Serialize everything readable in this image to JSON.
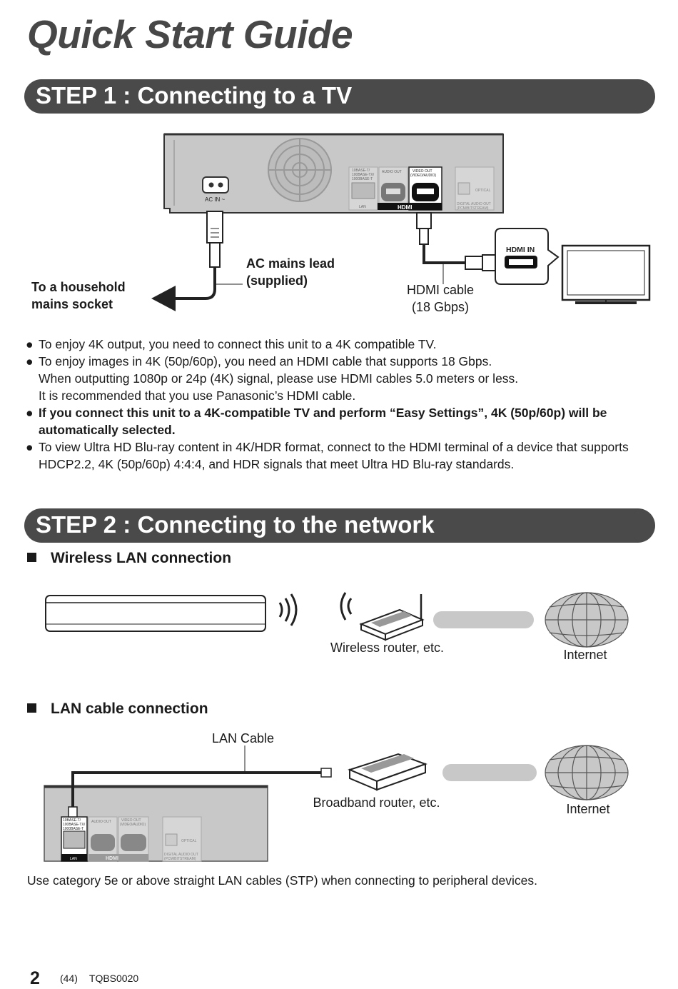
{
  "title": "Quick Start Guide",
  "step1": {
    "heading": "STEP 1 :  Connecting to a TV",
    "diagram": {
      "household": [
        "To a household",
        "mains socket"
      ],
      "ac_lead": [
        "AC mains lead",
        "(supplied)"
      ],
      "hdmi_cable": [
        "HDMI cable",
        "(18 Gbps)"
      ],
      "hdmi_in": "HDMI IN",
      "ac_in": "AC IN ~",
      "panel_lan": [
        "10BASE-T/",
        "100BASE-TX/",
        "1000BASE-T"
      ],
      "panel_audio_out": "AUDIO OUT",
      "panel_video_out": [
        "VIDEO OUT",
        "(VIDEO/AUDIO)"
      ],
      "panel_optical": "OPTICAL",
      "panel_lan_label": "LAN",
      "panel_hdmi_label": "HDMI",
      "panel_digital": [
        "DIGITAL AUDIO OUT",
        "(PCM/BITSTREAM)"
      ]
    },
    "bullets": [
      {
        "text": "To enjoy 4K output, you need to connect this unit to a 4K compatible TV.",
        "bold": false
      },
      {
        "text": "To enjoy images in 4K (50p/60p), you need an HDMI cable that supports 18 Gbps.",
        "bold": false,
        "extra": [
          "When outputting 1080p or 24p (4K) signal, please use HDMI cables 5.0 meters or less.",
          "It is recommended that you use Panasonic’s HDMI cable."
        ]
      },
      {
        "text": "If you connect this unit to a 4K-compatible TV and perform “Easy Settings”, 4K (50p/60p) will be automatically selected.",
        "bold": true
      },
      {
        "text": "To view Ultra HD Blu-ray content in 4K/HDR format, connect to the HDMI terminal of a device that supports HDCP2.2, 4K (50p/60p) 4:4:4, and HDR signals that meet Ultra HD Blu-ray standards.",
        "bold": false
      }
    ]
  },
  "step2": {
    "heading": "STEP 2 :  Connecting to the network",
    "wireless": {
      "heading": "Wireless LAN connection",
      "router": "Wireless router, etc.",
      "internet": "Internet"
    },
    "lan": {
      "heading": "LAN cable connection",
      "cable": "LAN Cable",
      "router": "Broadband router, etc.",
      "internet": "Internet"
    },
    "note": "Use category 5e or above straight LAN cables (STP) when connecting to peripheral devices."
  },
  "footer": {
    "page": "2",
    "sub": "(44)",
    "code": "TQBS0020"
  }
}
